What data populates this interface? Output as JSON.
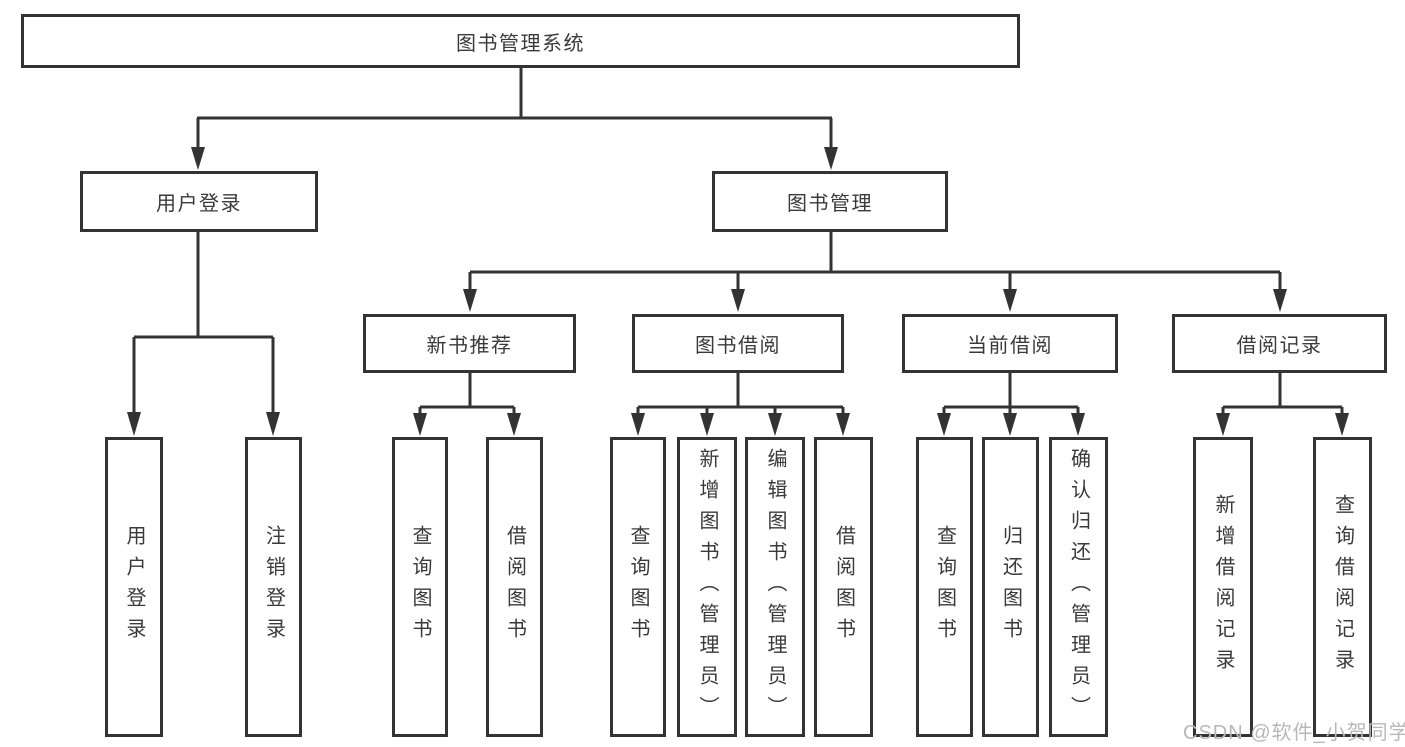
{
  "watermark": "CSDN @软件_小贺同学",
  "diagram": {
    "type": "hierarchy-tree",
    "line_color": "#333333",
    "text_color": "#3a3a3a",
    "root": {
      "label": "图书管理系统"
    },
    "children": [
      {
        "label": "用户登录",
        "children": [
          {
            "label": "用户登录"
          },
          {
            "label": "注销登录"
          }
        ]
      },
      {
        "label": "图书管理",
        "children": [
          {
            "label": "新书推荐",
            "children": [
              {
                "label": "查询图书"
              },
              {
                "label": "借阅图书"
              }
            ]
          },
          {
            "label": "图书借阅",
            "children": [
              {
                "label": "查询图书"
              },
              {
                "label": "新增图书（管理员）"
              },
              {
                "label": "编辑图书（管理员）"
              },
              {
                "label": "借阅图书"
              }
            ]
          },
          {
            "label": "当前借阅",
            "children": [
              {
                "label": "查询图书"
              },
              {
                "label": "归还图书"
              },
              {
                "label": "确认归还（管理员）"
              }
            ]
          },
          {
            "label": "借阅记录",
            "children": [
              {
                "label": "新增借阅记录"
              },
              {
                "label": "查询借阅记录"
              }
            ]
          }
        ]
      }
    ]
  }
}
